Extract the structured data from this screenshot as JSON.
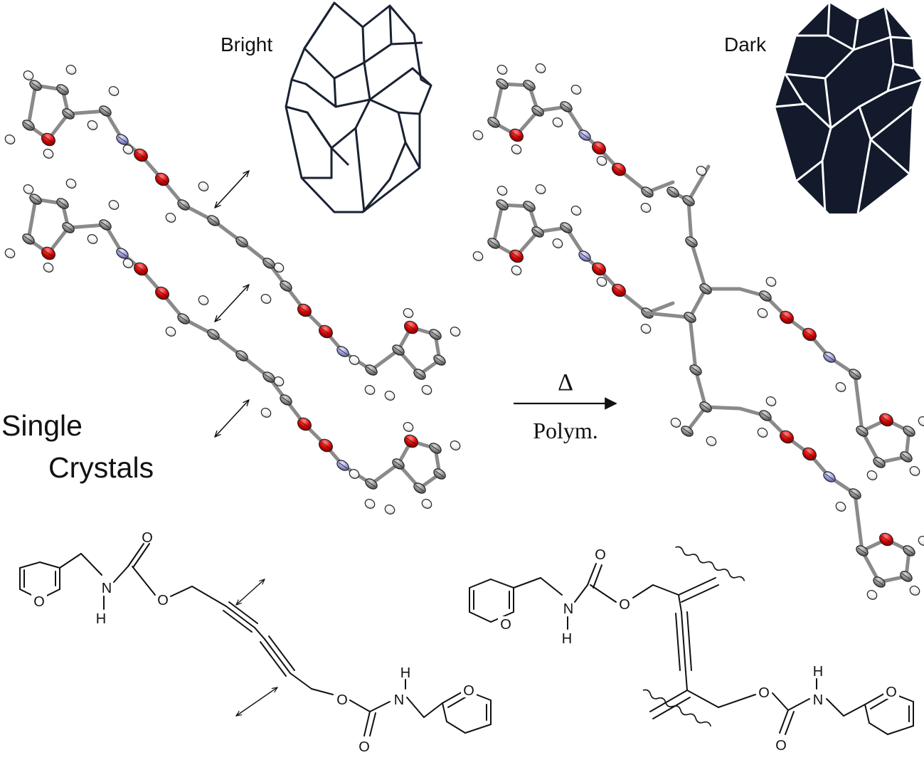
{
  "labels": {
    "bright": "Bright",
    "dark": "Dark",
    "single_line1": "Single",
    "single_line2": "Crystals",
    "delta": "Δ",
    "polym": "Polym."
  },
  "atoms": {
    "oxygen": "O",
    "nitrogen": "N",
    "hydrogen": "H"
  },
  "colors": {
    "carbon": "#8c8c8c",
    "oxygen": "#e00000",
    "nitrogen": "#9a9ad8",
    "hydrogen": "#f2f2f2",
    "dark_crystal": "#121a2b",
    "ink": "#111111"
  },
  "icons": {
    "monomer_crystal": "crystal-outline-icon",
    "polymer_crystal": "crystal-filled-icon",
    "packing_arrow": "double-headed-arrow-icon",
    "reaction_arrow": "right-arrow-icon"
  }
}
